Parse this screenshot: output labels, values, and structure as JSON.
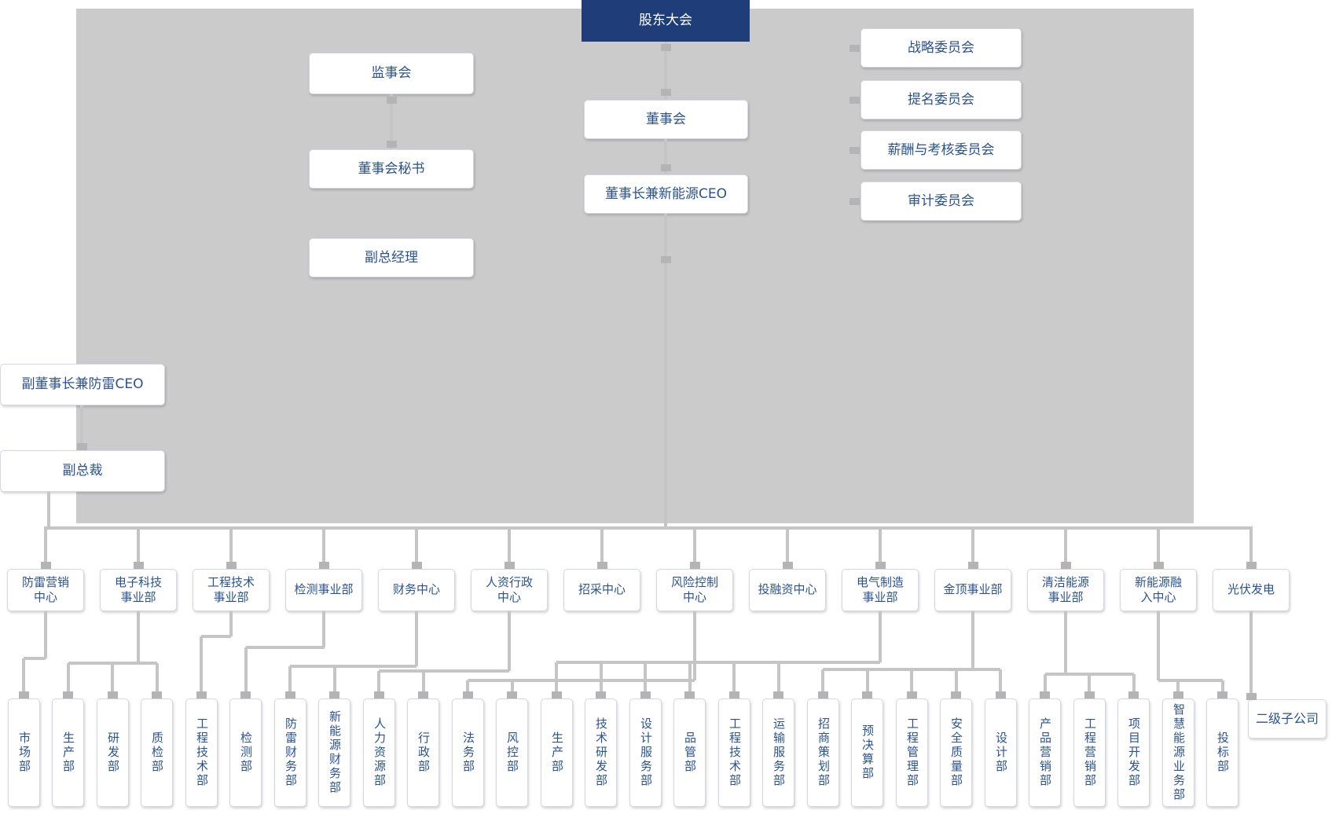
{
  "org": {
    "top_chain": {
      "shareholders_meeting": "股东大会",
      "board_of_directors": "董事会",
      "chairman_new_energy_ceo": "董事长兼新能源CEO"
    },
    "supervisory_chain": {
      "supervisory_board": "监事会",
      "board_secretary": "董事会秘书",
      "deputy_general_manager": "副总经理"
    },
    "committees": [
      "战略委员会",
      "提名委员会",
      "薪酬与考核委员会",
      "审计委员会"
    ],
    "executives": {
      "vice_chairman_lightning_ceo": "副董事长兼防雷CEO",
      "vice_president": "副总裁"
    },
    "departments": [
      {
        "label": "防雷营销\n中心",
        "children": [
          "市场部"
        ]
      },
      {
        "label": "电子科技\n事业部",
        "children": [
          "生产部",
          "研发部",
          "质检部"
        ]
      },
      {
        "label": "工程技术\n事业部",
        "children": [
          "工程技术部"
        ]
      },
      {
        "label": "检测事业部",
        "children": [
          "检测部"
        ]
      },
      {
        "label": "财务中心",
        "children": [
          "防雷财务部",
          "新能源财务部"
        ]
      },
      {
        "label": "人资行政\n中心",
        "children": [
          "人力资源部",
          "行政部"
        ]
      },
      {
        "label": "招采中心",
        "children": []
      },
      {
        "label": "风险控制\n中心",
        "children": [
          "法务部",
          "风控部"
        ]
      },
      {
        "label": "投融资中心",
        "children": []
      },
      {
        "label": "电气制造\n事业部",
        "children": [
          "生产部",
          "技术研发部",
          "设计服务部",
          "品管部",
          "工程技术部",
          "运输服务部"
        ]
      },
      {
        "label": "金顶事业部",
        "children": [
          "招商策划部",
          "预决算部",
          "工程管理部",
          "安全质量部",
          "设计部"
        ]
      },
      {
        "label": "清洁能源\n事业部",
        "children": [
          "产品营销部",
          "工程营销部",
          "项目开发部"
        ]
      },
      {
        "label": "新能源融\n入中心",
        "children": [
          "智慧能源业务部",
          "投标部"
        ]
      },
      {
        "label": "光伏发电",
        "children": []
      }
    ],
    "subsidiary": "二级子公司"
  },
  "colors": {
    "primary_navy": "#1f3e79",
    "node_text_blue": "#2a5291",
    "panel_gray": "#cbcbcb",
    "line_gray": "#c5c5c5"
  }
}
